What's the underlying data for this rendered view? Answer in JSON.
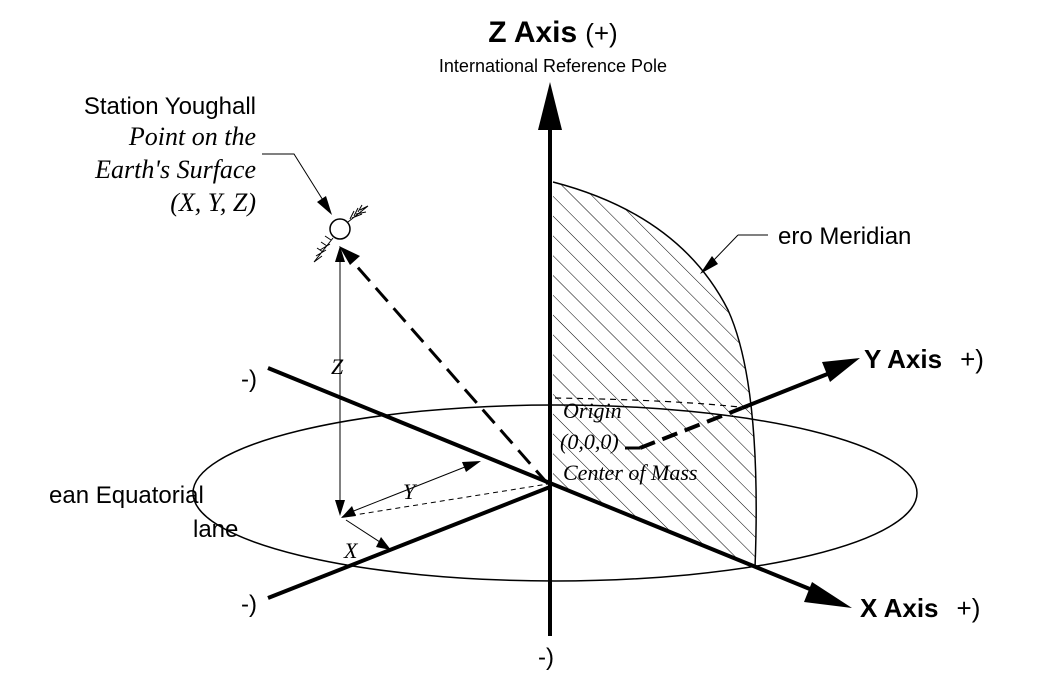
{
  "z_axis": {
    "name": "Z Axis",
    "sign": "(+)",
    "subtitle": "International Reference Pole",
    "neg_label": "-)"
  },
  "y_axis": {
    "name": "Y Axis",
    "sign": "+)",
    "neg_label": "-)"
  },
  "x_axis": {
    "name": "X Axis",
    "sign": "+)",
    "neg_label": "-)"
  },
  "station": {
    "name": "Station Youghall",
    "desc_line1": "Point on the",
    "desc_line2": "Earth's Surface",
    "desc_line3": "(X, Y, Z)"
  },
  "meridian_label": "ero Meridian",
  "equatorial_plane": {
    "line1": "ean  Equatorial",
    "line2": "lane"
  },
  "origin": {
    "line1": "Origin",
    "line2": "(0,0,0)",
    "line3": "Center of Mass"
  },
  "components": {
    "x": "X",
    "y": "Y",
    "z": "Z"
  }
}
